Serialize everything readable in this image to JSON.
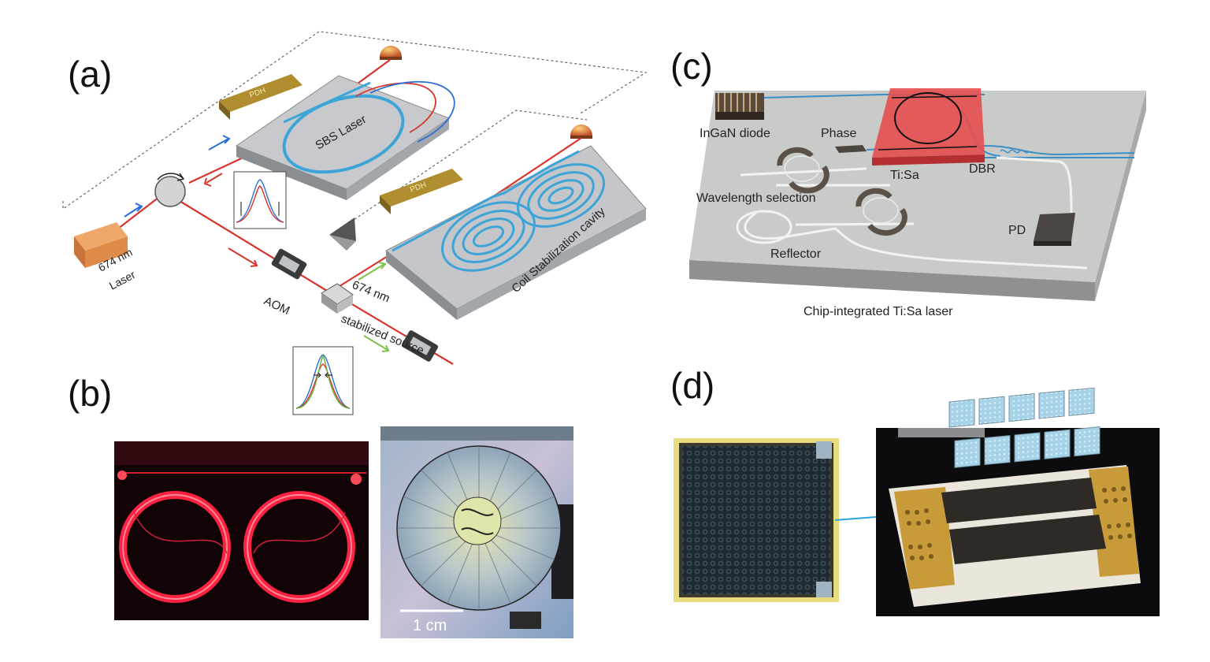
{
  "panels": {
    "a": {
      "letter": "(a)",
      "pdh_top": "PDH",
      "pdh_mid": "PDH",
      "sbs": "SBS Laser",
      "laser_line1": "674 nm",
      "laser_line2": "Laser",
      "aom": "AOM",
      "coil": "Coil Stabilization cavity",
      "stab_line1": "674 nm",
      "stab_line2": "stabilized source"
    },
    "b": {
      "letter": "(b)",
      "scale": "1 cm"
    },
    "c": {
      "letter": "(c)",
      "ingan": "InGaN diode",
      "phase": "Phase",
      "tisa": "Ti:Sa",
      "dbr": "DBR",
      "wavelength": "Wavelength selection",
      "reflector": "Reflector",
      "pd": "PD",
      "caption": "Chip-integrated Ti:Sa laser"
    },
    "d": {
      "letter": "(d)"
    }
  }
}
